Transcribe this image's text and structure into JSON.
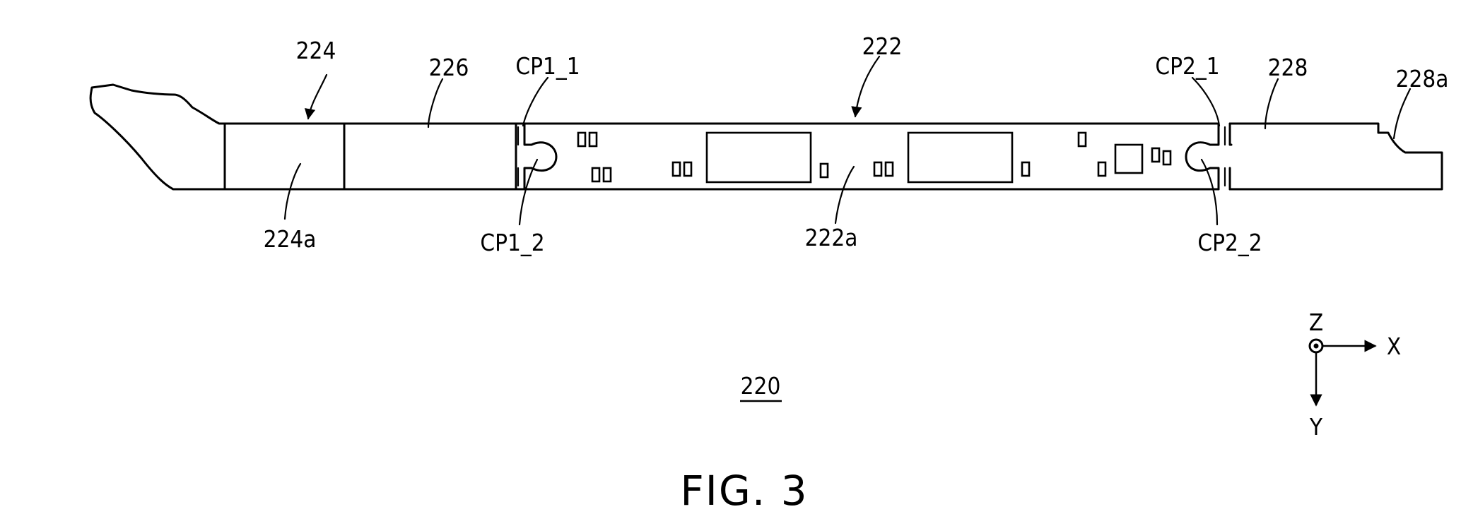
{
  "labels": {
    "l224": "224",
    "l226": "226",
    "l224a": "224a",
    "lCP1_1": "CP1_1",
    "lCP1_2": "CP1_2",
    "l222": "222",
    "l222a": "222a",
    "lCP2_1": "CP2_1",
    "lCP2_2": "CP2_2",
    "l228": "228",
    "l228a": "228a",
    "l220": "220"
  },
  "axes": {
    "z": "Z",
    "x": "X",
    "y": "Y"
  },
  "caption": "FIG. 3"
}
